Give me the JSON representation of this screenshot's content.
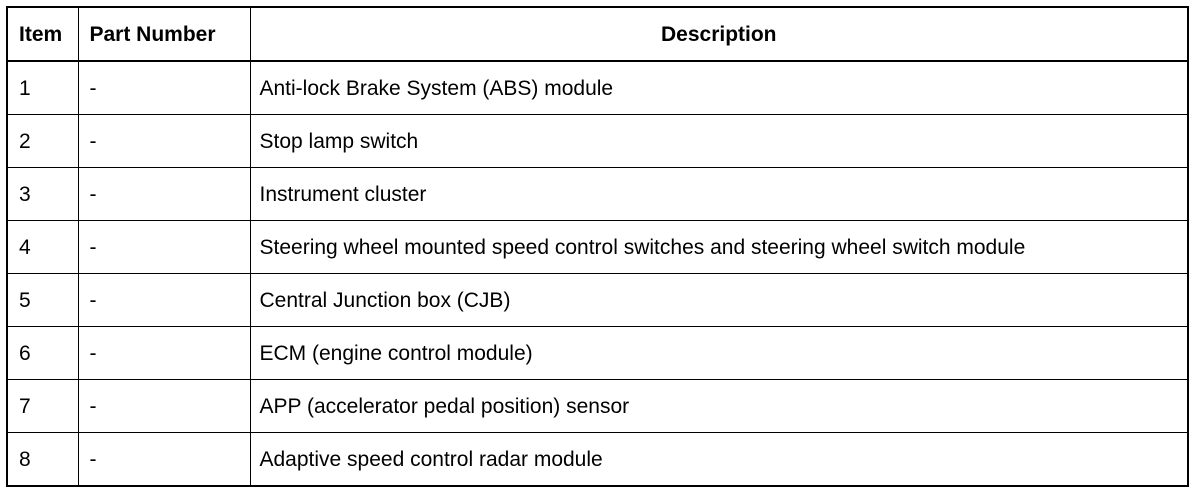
{
  "table": {
    "headers": {
      "item": "Item",
      "part_number": "Part Number",
      "description": "Description"
    },
    "rows": [
      {
        "item": "1",
        "part_number": "-",
        "description": "Anti-lock Brake System (ABS) module"
      },
      {
        "item": "2",
        "part_number": "-",
        "description": "Stop lamp switch"
      },
      {
        "item": "3",
        "part_number": "-",
        "description": "Instrument cluster"
      },
      {
        "item": "4",
        "part_number": "-",
        "description": "Steering wheel mounted speed control switches and steering wheel switch module"
      },
      {
        "item": "5",
        "part_number": "-",
        "description": "Central Junction box (CJB)"
      },
      {
        "item": "6",
        "part_number": "-",
        "description": "ECM (engine control module)"
      },
      {
        "item": "7",
        "part_number": "-",
        "description": "APP (accelerator pedal position) sensor"
      },
      {
        "item": "8",
        "part_number": "-",
        "description": "Adaptive speed control radar module"
      }
    ]
  }
}
